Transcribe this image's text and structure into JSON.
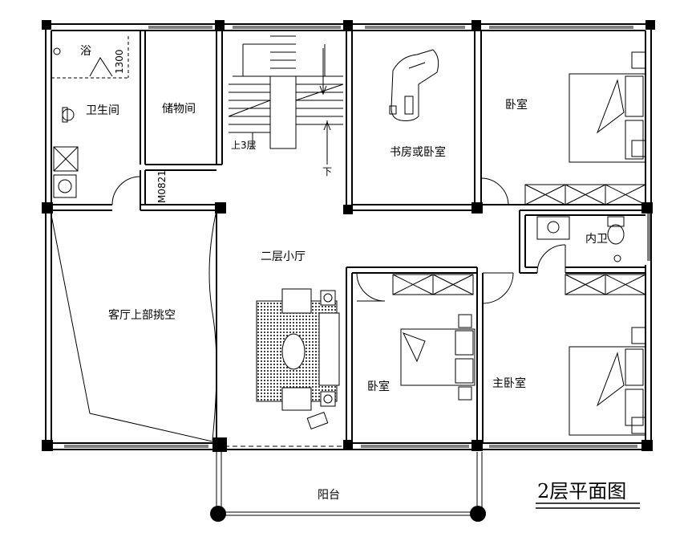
{
  "plan_title": "2层平面图",
  "rooms": {
    "shower": "浴",
    "bathroom": "卫生间",
    "storage": "储物间",
    "stair_up": "上3层",
    "stair_down": "下",
    "study": "书房或卧室",
    "bedroom_ne": "卧室",
    "ensuite": "内卫",
    "hall": "二层小厅",
    "void": "客厅上部挑空",
    "bedroom_s": "卧室",
    "master": "主卧室",
    "balcony": "阳台"
  },
  "dimensions": {
    "shower_width": "1300",
    "door_code": "M0821"
  }
}
